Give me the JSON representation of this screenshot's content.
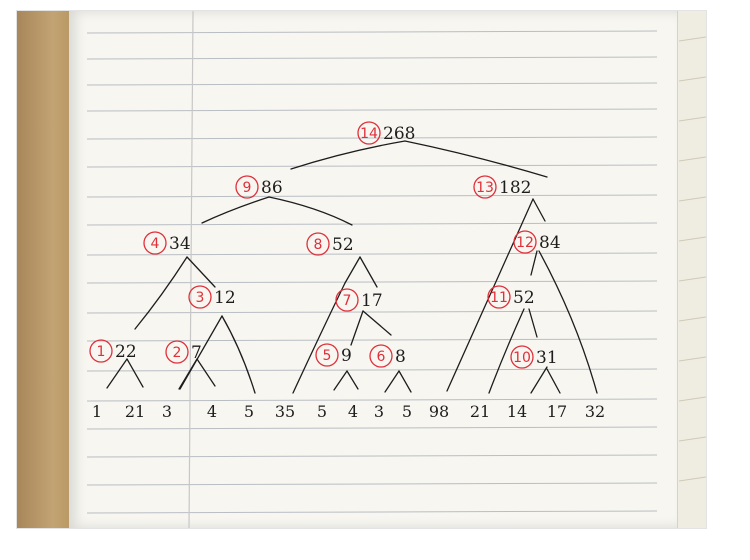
{
  "tree": {
    "leaves": [
      "1",
      "21",
      "3",
      "4",
      "5",
      "35",
      "5",
      "4",
      "3",
      "5",
      "98",
      "21",
      "14",
      "17",
      "32"
    ],
    "nodes": [
      {
        "id": "n1",
        "step": "1",
        "weight": "22"
      },
      {
        "id": "n2",
        "step": "2",
        "weight": "7"
      },
      {
        "id": "n3",
        "step": "3",
        "weight": "12"
      },
      {
        "id": "n4",
        "step": "4",
        "weight": "34"
      },
      {
        "id": "n5",
        "step": "5",
        "weight": "9"
      },
      {
        "id": "n6",
        "step": "6",
        "weight": "8"
      },
      {
        "id": "n7",
        "step": "7",
        "weight": "17"
      },
      {
        "id": "n8",
        "step": "8",
        "weight": "52"
      },
      {
        "id": "n9",
        "step": "9",
        "weight": "86"
      },
      {
        "id": "n10",
        "step": "10",
        "weight": "31"
      },
      {
        "id": "n11",
        "step": "11",
        "weight": "52"
      },
      {
        "id": "n12",
        "step": "12",
        "weight": "84"
      },
      {
        "id": "n13",
        "step": "13",
        "weight": "182"
      },
      {
        "id": "n14",
        "step": "14",
        "weight": "268"
      }
    ]
  },
  "colors": {
    "ink": "#1d1d1d",
    "step_marker": "#e0303a",
    "ruled_line": "#b9bec3",
    "margin_line": "#c7c7c7"
  }
}
